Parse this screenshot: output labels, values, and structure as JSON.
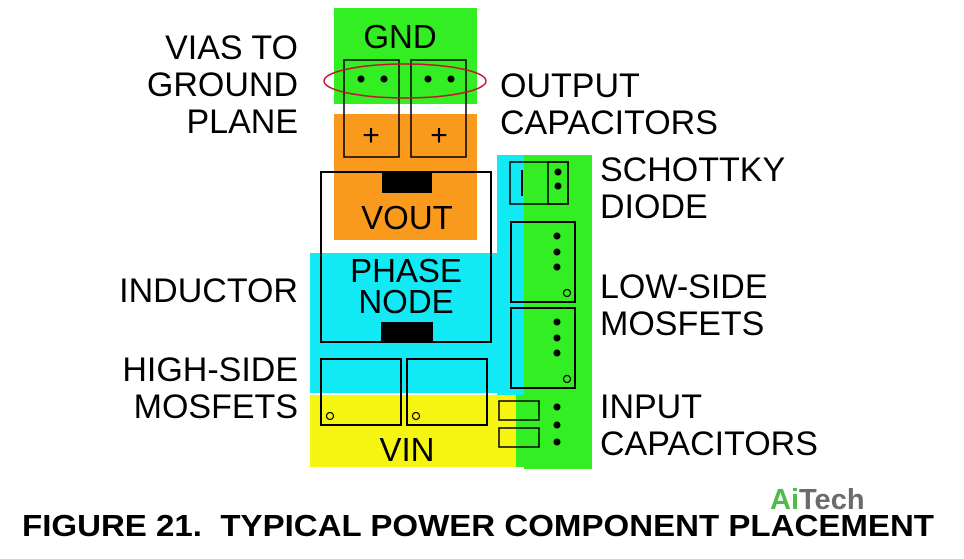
{
  "colors": {
    "gnd": "#33ee22",
    "vout": "#f99a1c",
    "phase": "#11eaf5",
    "vin": "#f5f511",
    "outline": "#000000",
    "via_ring": "#c8102e",
    "logo_green": "#4dbd4a",
    "logo_gray": "#6b6b6b"
  },
  "zones": {
    "gnd": "GND",
    "vout": "VOUT",
    "phase_line1": "PHASE",
    "phase_line2": "NODE",
    "vin": "VIN"
  },
  "labels": {
    "vias_line1": "VIAS TO",
    "vias_line2": "GROUND",
    "vias_line3": "PLANE",
    "output_line1": "OUTPUT",
    "output_line2": "CAPACITORS",
    "schottky_line1": "SCHOTTKY",
    "schottky_line2": "DIODE",
    "inductor": "INDUCTOR",
    "lowside_line1": "LOW-SIDE",
    "lowside_line2": "MOSFETS",
    "highside_line1": "HIGH-SIDE",
    "highside_line2": "MOSFETS",
    "input_line1": "INPUT",
    "input_line2": "CAPACITORS"
  },
  "symbols": {
    "plus": "+"
  },
  "caption": "FIGURE 21.  TYPICAL POWER COMPONENT PLACEMENT",
  "logo": {
    "ai": "Ai",
    "tech": "Tech"
  }
}
